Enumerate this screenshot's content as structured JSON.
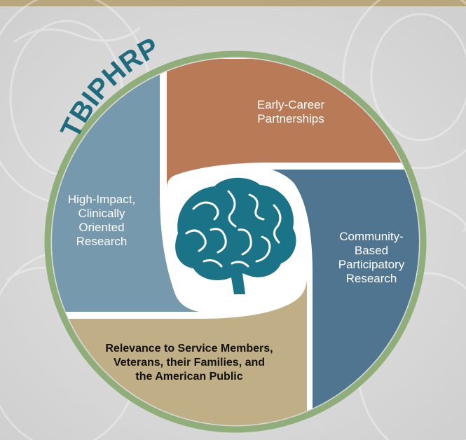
{
  "program_title": "TBIPHRP",
  "segments": [
    {
      "key": "early_career",
      "lines": [
        "Early-Career",
        "Partnerships"
      ],
      "color": "#b97a57"
    },
    {
      "key": "community",
      "lines": [
        "Community-",
        "Based",
        "Participatory",
        "Research"
      ],
      "color": "#4f7590"
    },
    {
      "key": "relevance",
      "lines": [
        "Relevance to Service Members,",
        "Veterans, their Families, and",
        "the American Public"
      ],
      "color": "#bfae86"
    },
    {
      "key": "high_impact",
      "lines": [
        "High-Impact,",
        "Clinically",
        "Oriented",
        "Research"
      ],
      "color": "#7799ad"
    }
  ],
  "colors": {
    "ring": "#8fae7a",
    "title": "#1f6b7e",
    "brain": "#1a7386",
    "top_bar": "#b8a77c",
    "background": "#d9d9d9"
  },
  "icons": {
    "center": "brain-icon"
  }
}
